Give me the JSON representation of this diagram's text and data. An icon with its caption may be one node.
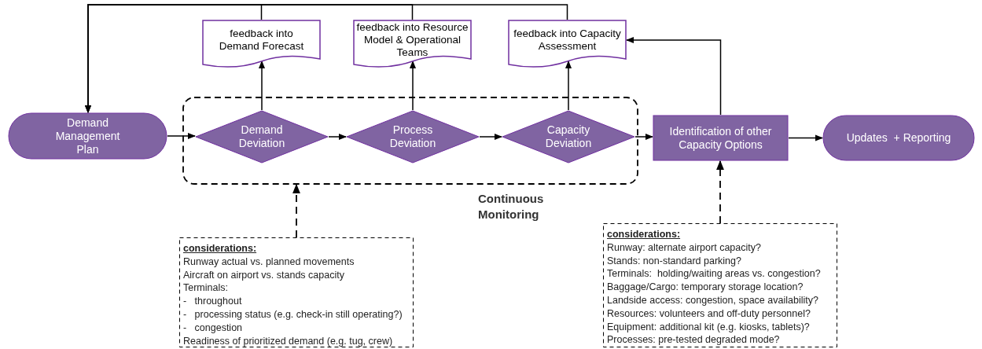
{
  "diagram": {
    "nodes": [
      {
        "text": [
          "Demand Management Plan"
        ]
      },
      {
        "text": [
          "Continuous Monitoring"
        ]
      },
      {
        "text": [
          "Demand Deviation"
        ],
        "in": 1
      },
      {
        "text": [
          "Process Deviation"
        ],
        "in": 1
      },
      {
        "text": [
          "Capacity Deviation"
        ],
        "in": 1
      },
      {
        "text": [
          "feedback into Demand Forecast"
        ]
      },
      {
        "text": [
          "feedback into Resource Model & Operational Teams"
        ]
      },
      {
        "text": [
          "feedback into Capacity Assessment"
        ]
      },
      {
        "text": [
          "Identification of other Capacity Options"
        ]
      },
      {
        "text": [
          "Updates  + Reporting"
        ]
      },
      {
        "text": [
          "considerations:",
          "Runway actual vs. planned movements",
          "Aircraft on airport vs. stands capacity",
          "Terminals:",
          "-   throughout",
          "-   processing status (e.g. check-in still operating?)",
          "-   congestion",
          "Readiness of prioritized demand (e.g. tug, crew)"
        ]
      },
      {
        "text": [
          "considerations:",
          "Runway: alternate airport capacity?",
          "Stands: non-standard parking?",
          "Terminals:  holding/waiting areas vs. congestion?",
          "Baggage/Cargo: temporary storage location?",
          "Landside access: congestion, space availability?",
          "Resources: volunteers and off-duty personnel?",
          "Equipment: additional kit (e.g. kiosks, tablets)?",
          "Processes: pre-tested degraded mode?"
        ]
      }
    ],
    "edges": [
      {
        "from": 0,
        "to": 2,
        "arrow": "to"
      },
      {
        "from": 2,
        "to": 3,
        "arrow": "to"
      },
      {
        "from": 3,
        "to": 4,
        "arrow": "to"
      },
      {
        "from": 4,
        "to": 8,
        "arrow": "to"
      },
      {
        "from": 8,
        "to": 9,
        "arrow": "to"
      },
      {
        "from": 2,
        "to": 5,
        "arrow": "to"
      },
      {
        "from": 3,
        "to": 6,
        "arrow": "to"
      },
      {
        "from": 4,
        "to": 7,
        "arrow": "to"
      },
      {
        "from": 8,
        "to": 7,
        "arrow": "to"
      },
      {
        "from": 5,
        "to": 0,
        "arrow": "to"
      },
      {
        "from": 6,
        "to": 0,
        "arrow": "to"
      },
      {
        "from": 7,
        "to": 0,
        "arrow": "to"
      },
      {
        "from": 10,
        "to": 1,
        "arrow": "to",
        "style": "dashed"
      },
      {
        "from": 11,
        "to": 8,
        "arrow": "to",
        "style": "dashed"
      }
    ]
  }
}
